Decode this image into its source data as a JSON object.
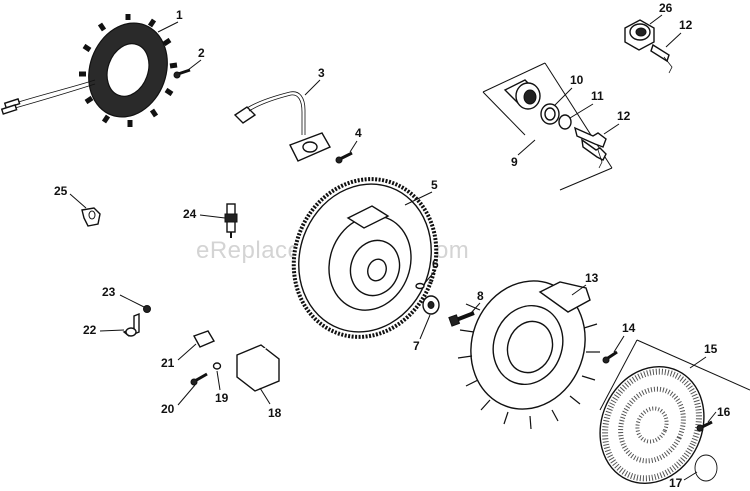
{
  "watermark": "eReplacementParts.com",
  "callouts": [
    "1",
    "2",
    "3",
    "4",
    "5",
    "6",
    "7",
    "8",
    "9",
    "10",
    "11",
    "12",
    "12",
    "13",
    "14",
    "15",
    "16",
    "17",
    "18",
    "19",
    "20",
    "21",
    "22",
    "23",
    "24",
    "25",
    "26"
  ]
}
